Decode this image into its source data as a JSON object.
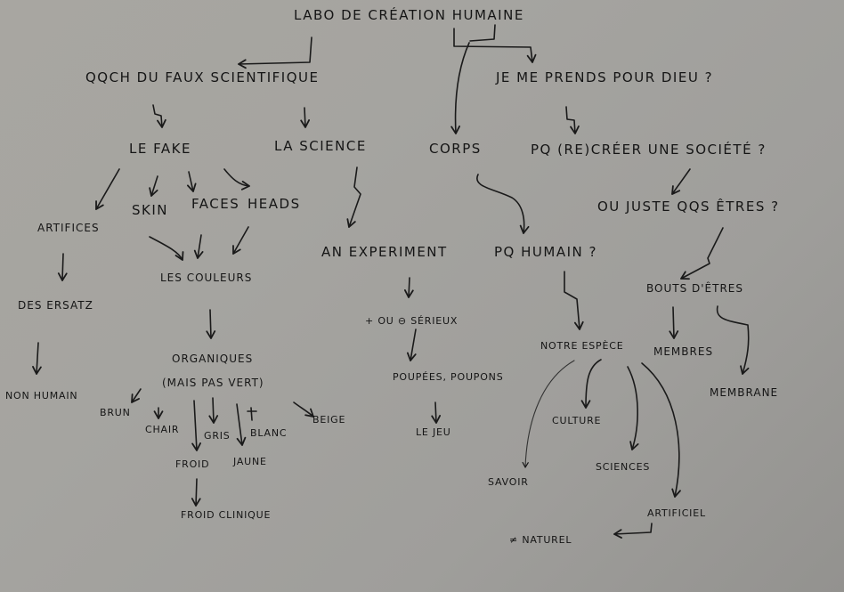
{
  "title": "LABO DE CRÉATION HUMAINE",
  "colors": {
    "paper": "#a6a5a1",
    "ink": "#151515"
  },
  "nodes": {
    "root": "LABO DE CRÉATION HUMAINE",
    "qqch_faux_scientifique": "QQCH DU FAUX SCIENTIFIQUE",
    "je_me_prends_pour_dieu": "JE ME PRENDS POUR DIEU ?",
    "le_fake": "LE FAKE",
    "la_science": "LA SCIENCE",
    "corps": "CORPS",
    "pq_recreer_societe": "PQ (RE)CRÉER UNE SOCIÉTÉ ?",
    "artifices": "ARTIFICES",
    "skin": "SKIN",
    "faces": "FACES",
    "heads": "HEADS",
    "ou_juste_qqs_etres": "OU JUSTE QQS ÊTRES ?",
    "an_experiment": "AN EXPERIMENT",
    "pq_humain": "PQ HUMAIN ?",
    "les_couleurs": "LES COULEURS",
    "des_ersatz": "DES ERSATZ",
    "bouts_detres": "BOUTS D'ÊTRES",
    "plus_ou_moins_serieux": "+ OU ⊖ SÉRIEUX",
    "notre_espece": "NOTRE ESPÈCE",
    "membres": "MEMBRES",
    "organiques": "ORGANIQUES",
    "mais_pas_vert": "(MAIS PAS VERT)",
    "non_humain": "NON HUMAIN",
    "poupees_poupons": "POUPÉES, POUPONS",
    "membrane": "MEMBRANE",
    "brun": "BRUN",
    "chair": "CHAIR",
    "gris": "GRIS",
    "blanc": "BLANC",
    "beige": "BEIGE",
    "culture": "CULTURE",
    "le_jeu": "LE JEU",
    "froid": "FROID",
    "jaune": "JAUNE",
    "sciences": "SCIENCES",
    "savoir": "SAVOIR",
    "froid_clinique": "FROID CLINIQUE",
    "artificiel": "ARTIFICIEL",
    "different_naturel": "≠ NATUREL"
  }
}
